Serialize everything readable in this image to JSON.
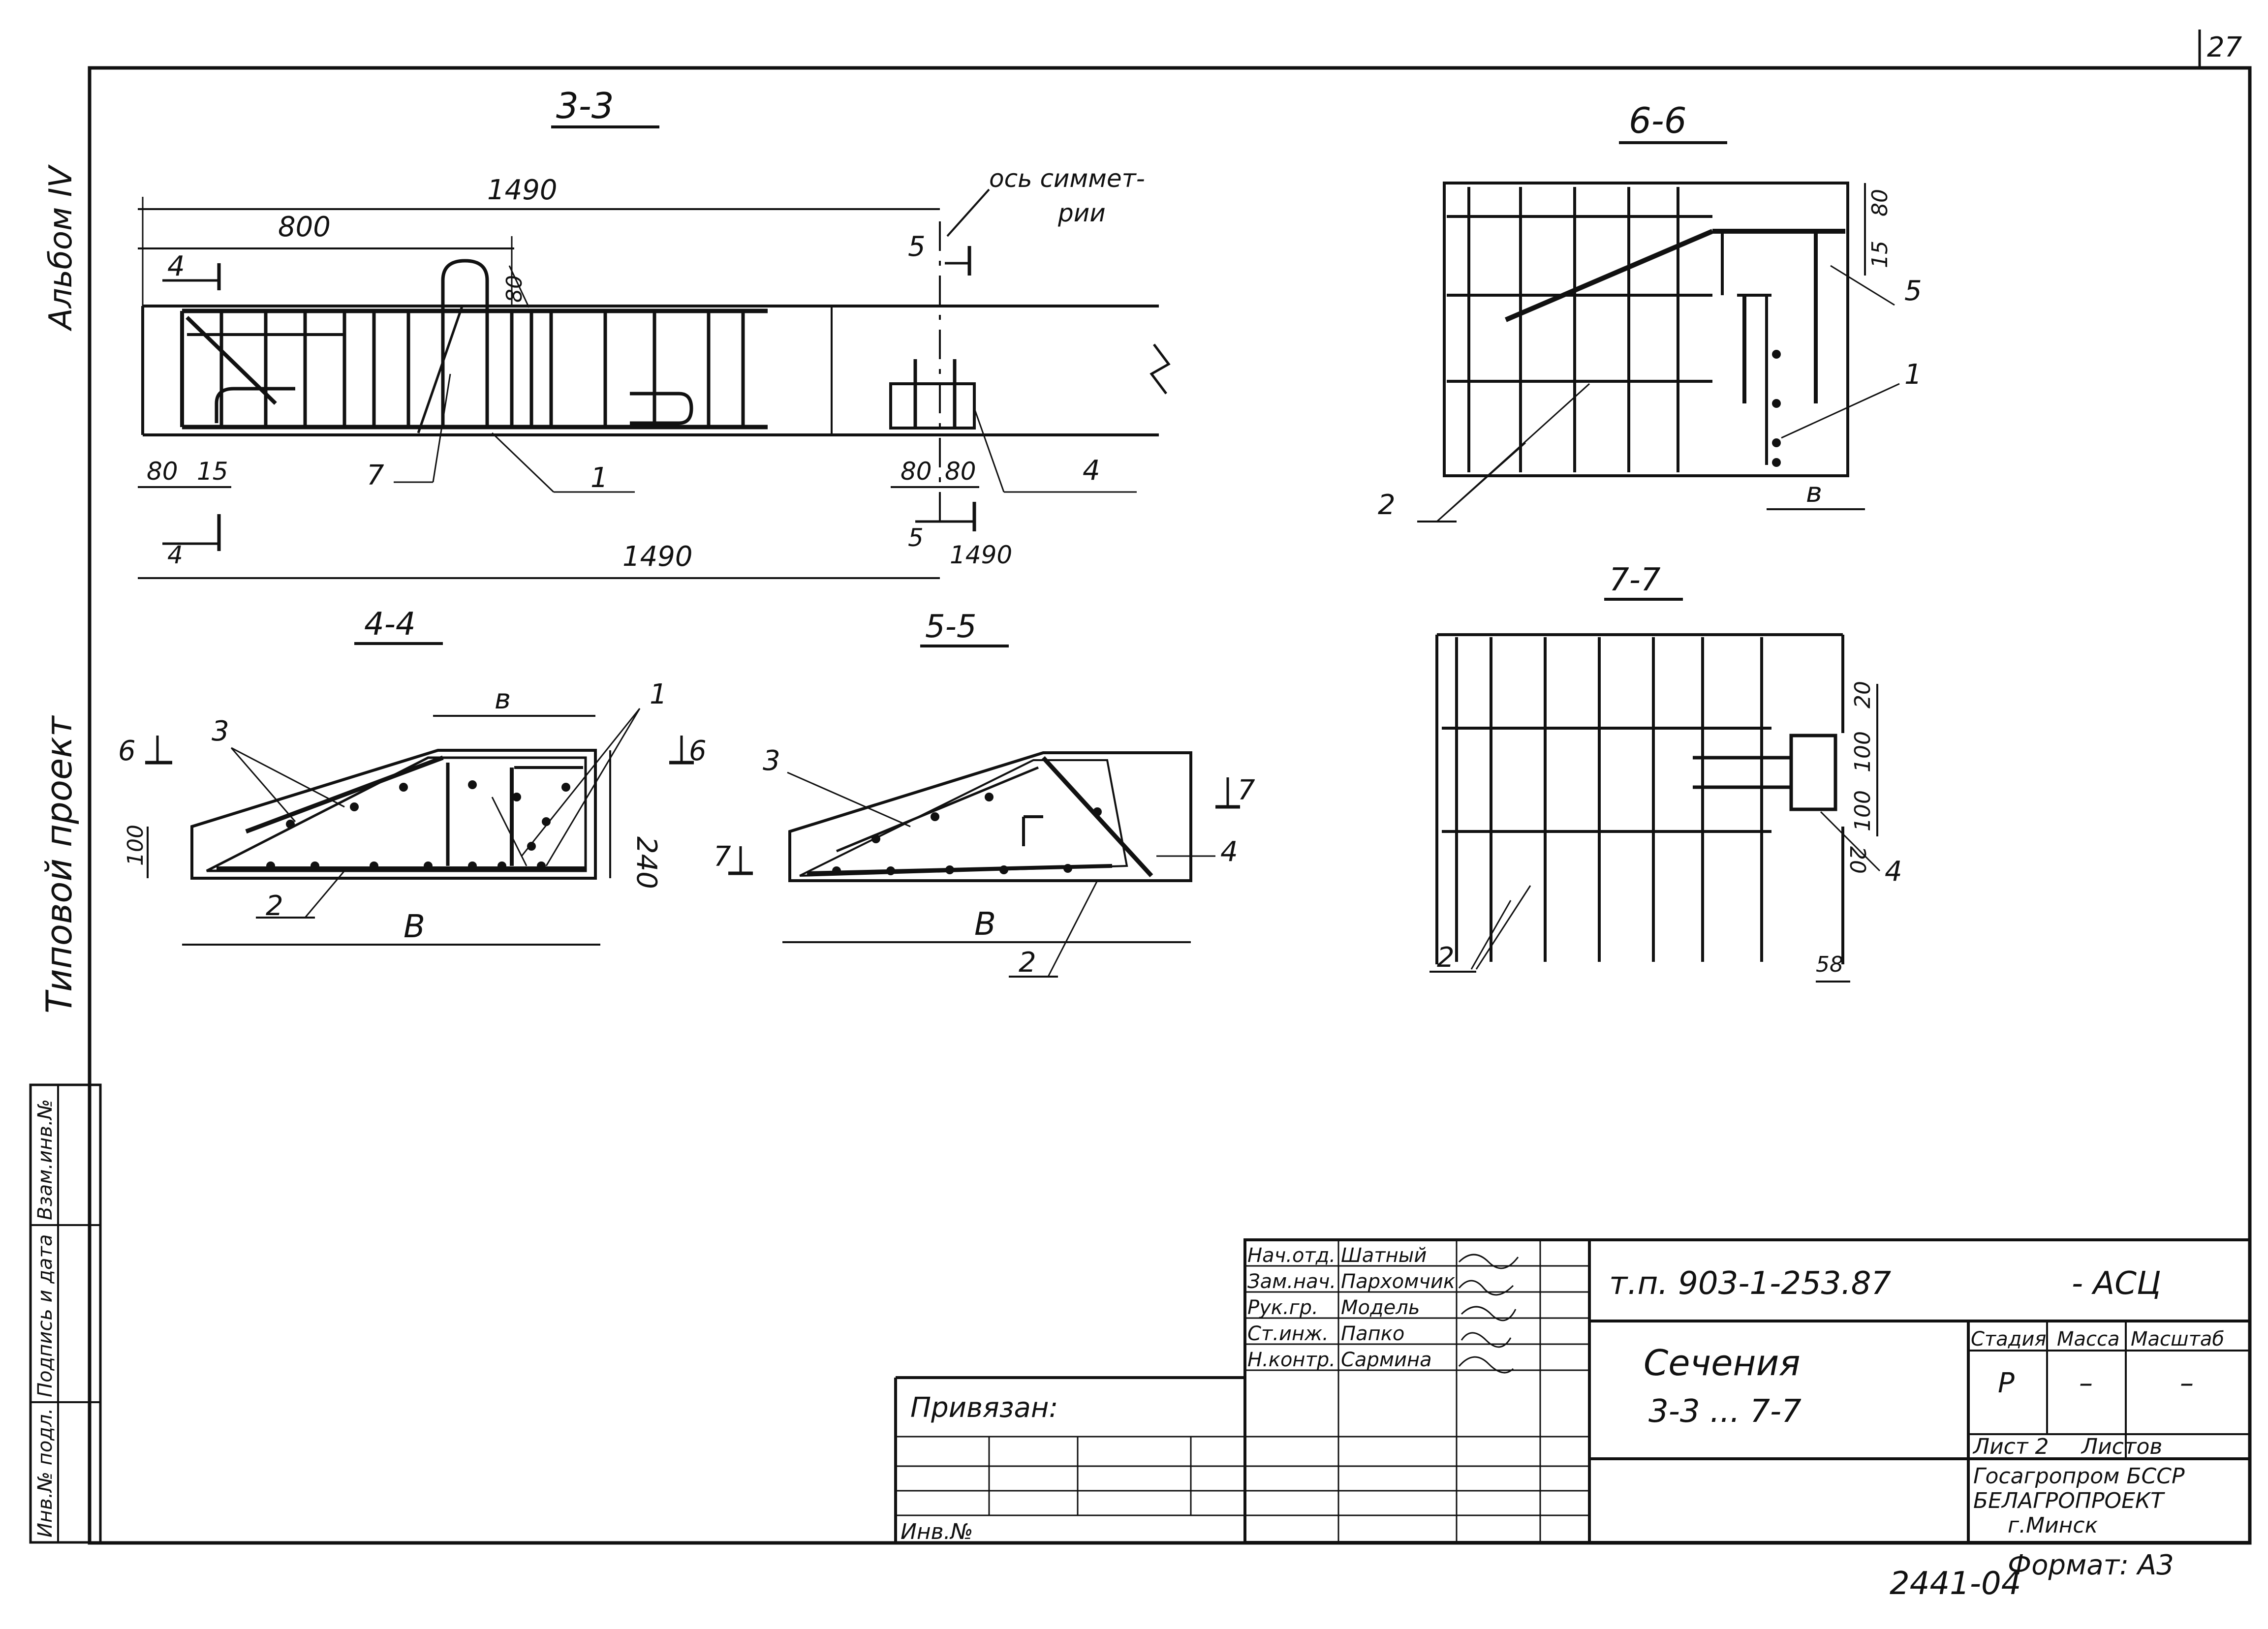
{
  "page_number": "27",
  "left_margin": {
    "album": "Альбом IV",
    "series": "Типовой проект"
  },
  "stamp_side": {
    "inv_no_label": "Инв.№ подл.",
    "sign_date_label": "Подпись и дата",
    "replace_inv_label": "Взам.инв.№"
  },
  "sections": {
    "s33": {
      "title": "3-3",
      "dim_total_top": "1490",
      "dim_800": "800",
      "sym_axis": "ось симмет-\nрии",
      "dim_80_a": "80",
      "dim_15": "15",
      "dim_80_b": "80",
      "dim_80_c": "80",
      "dim_80_d": "80",
      "dim_total_bottom": "1490",
      "dim_total_right": "1490",
      "cut4": "4",
      "cut5": "5",
      "pos7": "7",
      "pos1": "1",
      "pos4": "4"
    },
    "s44": {
      "title": "4-4",
      "dim_b_top": "в",
      "dim_B": "В",
      "dim_100": "100",
      "dim_240": "240",
      "pos3": "3",
      "pos1": "1",
      "pos2": "2",
      "cut6": "6"
    },
    "s55": {
      "title": "5-5",
      "dim_B": "В",
      "pos3": "3",
      "pos4": "4",
      "pos2": "2",
      "cut7": "7"
    },
    "s66": {
      "title": "6-6",
      "dim_80": "80",
      "dim_15": "15",
      "dim_b": "в",
      "pos5": "5",
      "pos1": "1",
      "pos2": "2"
    },
    "s77": {
      "title": "7-7",
      "dim_20_top": "20",
      "dim_100_a": "100",
      "dim_100_b": "100",
      "dim_20_bot": "20",
      "dim_58": "58",
      "pos4": "4",
      "pos2": "2"
    }
  },
  "title_block": {
    "signatures": [
      {
        "role": "Нач.отд.",
        "name": "Шатный"
      },
      {
        "role": "Зам.нач.",
        "name": "Пархомчик"
      },
      {
        "role": "Рук.гр.",
        "name": "Модель"
      },
      {
        "role": "Ст.инж.",
        "name": "Папко"
      },
      {
        "role": "Н.контр.",
        "name": "Сармина"
      }
    ],
    "doc_code": "т.п.  903-1-253.87",
    "doc_suffix": "- АСЦ",
    "sheet_title_1": "Сечения",
    "sheet_title_2": "3-3 ... 7-7",
    "stage_header": "Стадия",
    "mass_header": "Масса",
    "scale_header": "Масштаб",
    "stage_value": "Р",
    "mass_value": "–",
    "scale_value": "–",
    "sheet_label": "Лист 2",
    "sheets_label": "Листов",
    "org_1": "Госагропром БССР",
    "org_2": "БЕЛАГРОПРОЕКТ",
    "org_3": "г.Минск",
    "privyazan": "Привязан:",
    "inv_no": "Инв.№"
  },
  "footer": {
    "number": "2441-04",
    "format": "Формат: А3"
  }
}
